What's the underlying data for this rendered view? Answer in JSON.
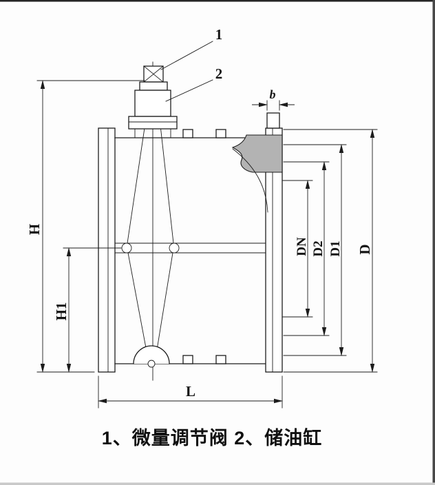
{
  "drawing": {
    "caption": "1、微量调节阀  2、储油缸",
    "callouts": [
      {
        "label": "1"
      },
      {
        "label": "2"
      }
    ],
    "dims": {
      "H": "H",
      "H1": "H1",
      "L": "L",
      "b": "b",
      "DN": "DN",
      "D2": "D2",
      "D1": "D1",
      "D": "D"
    },
    "colors": {
      "line": "#1c1c1c",
      "shade": "#b3b3b3"
    }
  }
}
